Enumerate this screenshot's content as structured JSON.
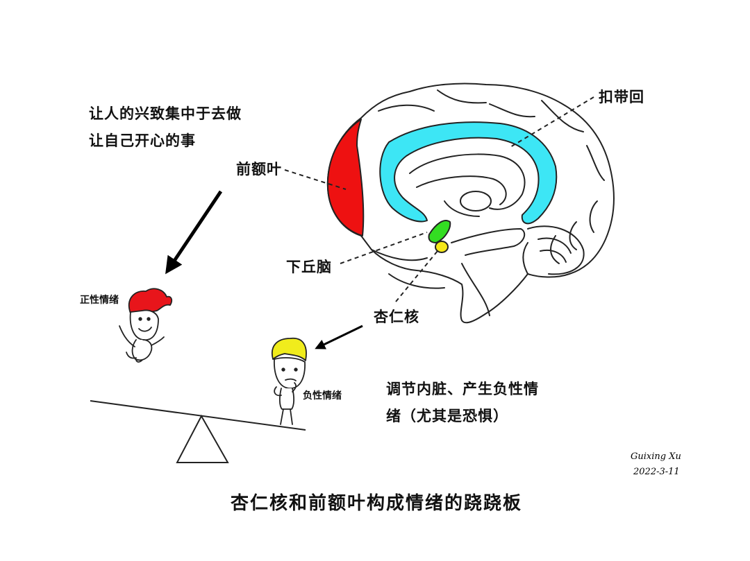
{
  "title": "杏仁核和前额叶构成情绪的跷跷板",
  "top_left_caption": [
    "让人的兴致集中于去做",
    "让自己开心的事"
  ],
  "amygdala_caption": [
    "调节内脏、产生负性情",
    "绪（尤其是恐惧）"
  ],
  "labels": {
    "cingulate": "扣带回",
    "prefrontal": "前额叶",
    "hypothalamus": "下丘脑",
    "amygdala": "杏仁核",
    "positive_emotion": "正性情绪",
    "negative_emotion": "负性情绪"
  },
  "signature": {
    "name": "Guixing Xu",
    "date": "2022-3-11"
  },
  "colors": {
    "prefrontal": "#ee1111",
    "cingulate": "#3de6f5",
    "hypothalamus": "#33dd22",
    "amygdala": "#f5e81a",
    "red_hair": "#e8151b",
    "yellow_hair": "#f0ec1c"
  }
}
